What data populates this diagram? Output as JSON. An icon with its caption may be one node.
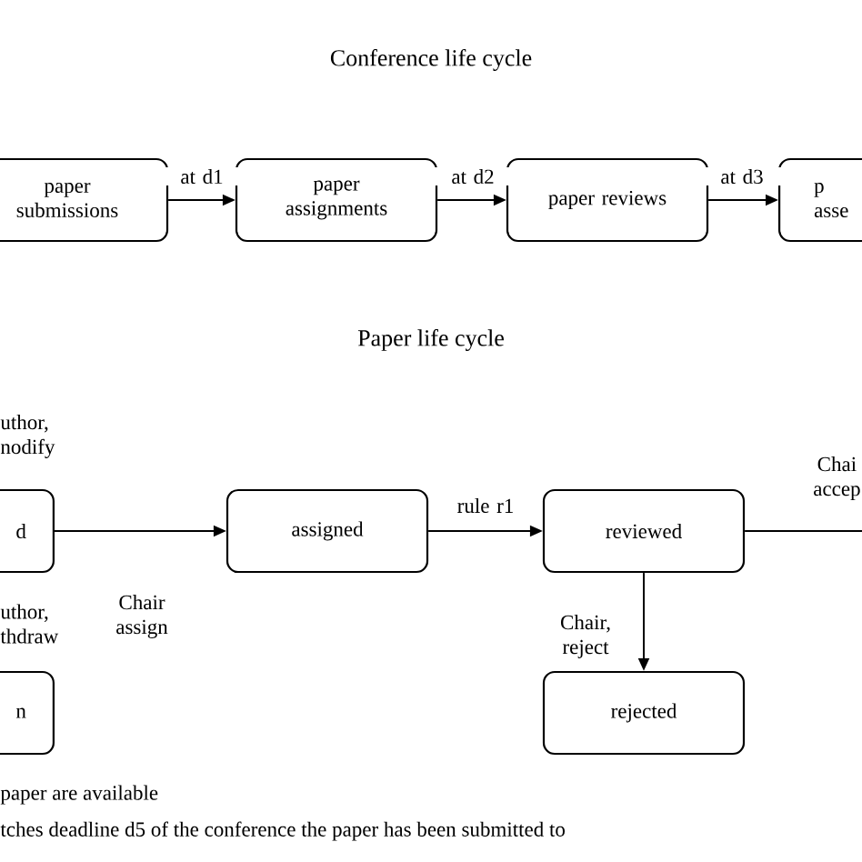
{
  "diagram": {
    "nodes": [
      {
        "text": [
          "paper submissions"
        ]
      },
      {
        "text": [
          "paper assignments"
        ]
      },
      {
        "text": [
          "paper reviews"
        ]
      },
      {
        "text": [
          "p asse"
        ]
      },
      {
        "text": [
          "d"
        ]
      },
      {
        "text": [
          "assigned"
        ]
      },
      {
        "text": [
          "reviewed"
        ]
      },
      {
        "text": [
          "n"
        ]
      },
      {
        "text": [
          "rejected"
        ]
      }
    ],
    "edges": [
      {
        "from": 0,
        "to": 1,
        "arrow": "to",
        "label": "at d1"
      },
      {
        "from": 1,
        "to": 2,
        "arrow": "to",
        "label": "at d2"
      },
      {
        "from": 2,
        "to": 3,
        "arrow": "to",
        "label": "at d3"
      },
      {
        "from": 4,
        "to": 5,
        "arrow": "to",
        "label": "Chair assign"
      },
      {
        "from": 5,
        "to": 6,
        "arrow": "to",
        "label": "rule r1"
      },
      {
        "from": 6,
        "to": null,
        "arrow": "none",
        "label": "Chai accep"
      },
      {
        "from": 6,
        "to": 8,
        "arrow": "to",
        "label": "Chair, reject"
      }
    ],
    "labels": [
      "Conference life cycle",
      "Paper life cycle",
      "uthor, nodify",
      "uthor, thdraw",
      "paper are available",
      "tches deadline d5 of the conference the paper has been submitted to"
    ]
  }
}
